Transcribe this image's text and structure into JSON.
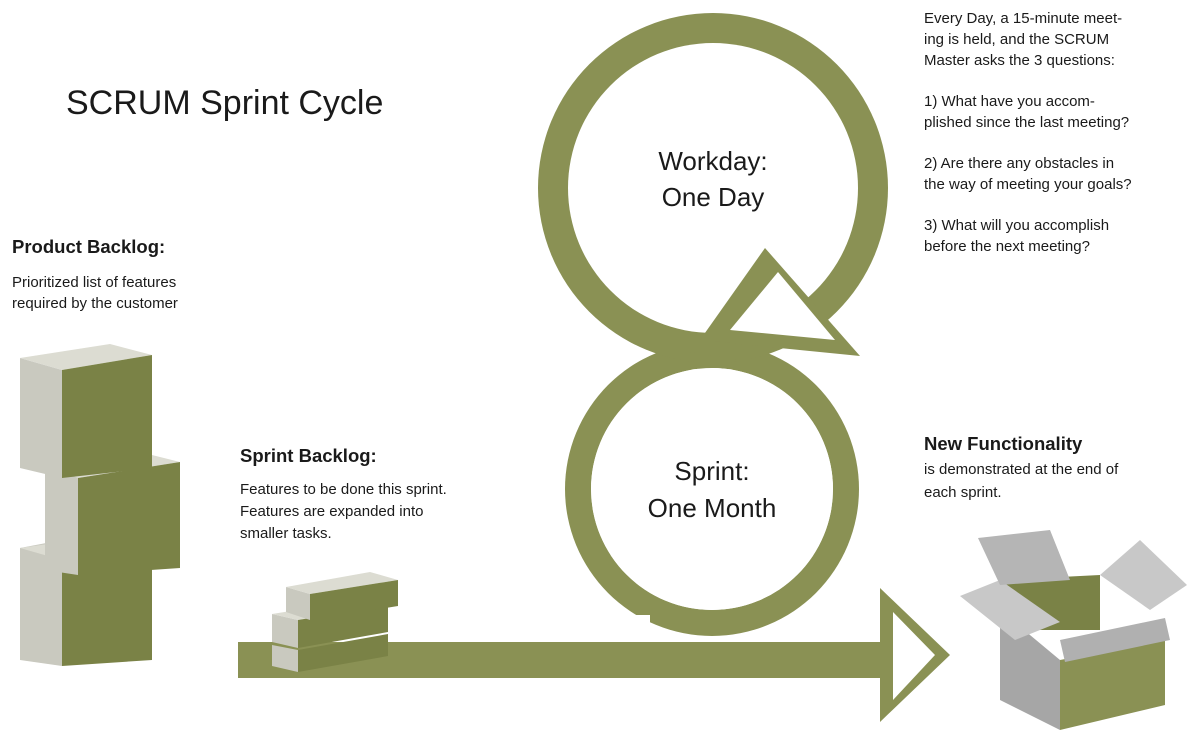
{
  "title": "SCRUM Sprint Cycle",
  "product_backlog": {
    "heading": "Product Backlog:",
    "text": "Prioritized list of features\nrequired by the customer"
  },
  "sprint_backlog": {
    "heading": "Sprint Backlog:",
    "text": "Features to be done this sprint.\nFeatures are expanded into\nsmaller tasks."
  },
  "workday": {
    "line1": "Workday:",
    "line2": "One Day"
  },
  "sprint": {
    "line1": "Sprint:",
    "line2": "One Month"
  },
  "daily_meeting": {
    "intro": "Every Day, a 15-minute meet-\ning is held, and the SCRUM\nMaster asks the 3 questions:",
    "questions": [
      "1) What have you accom-\nplished since the last meeting?",
      "2) Are there any obstacles in\nthe way of meeting your goals?",
      "3) What will you accomplish\nbefore the next meeting?"
    ]
  },
  "new_functionality": {
    "heading": "New Functionality",
    "text": "is demonstrated at the end of\neach sprint."
  },
  "colors": {
    "olive": "#8a9154",
    "olive_dark": "#7a8246",
    "box_light": "#c9c9bf",
    "box_side": "#a8a89c",
    "grey_box": "#a6a6a6",
    "grey_box_light": "#c8c8c8"
  }
}
